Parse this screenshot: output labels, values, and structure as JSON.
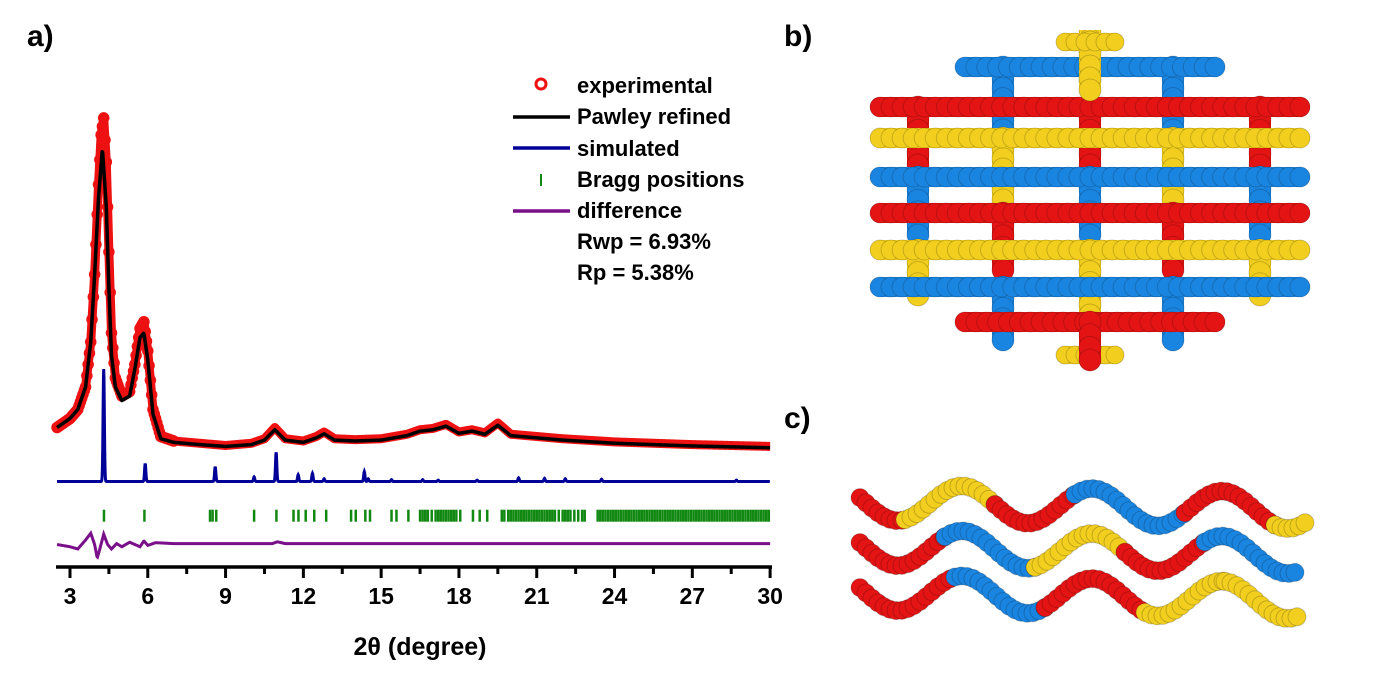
{
  "panels": {
    "a": "a)",
    "b": "b)",
    "c": "c)"
  },
  "colors": {
    "experimental": "#ee1111",
    "pawley": "#000000",
    "simulated": "#000099",
    "bragg": "#118811",
    "difference": "#7a0f8a",
    "red": "#e41414",
    "blue": "#1a85e0",
    "yellow": "#f2cf1e"
  },
  "legend": {
    "items": [
      {
        "label": "experimental",
        "symbol": "circle-icon"
      },
      {
        "label": "Pawley refined",
        "symbol": "line"
      },
      {
        "label": "simulated",
        "symbol": "line"
      },
      {
        "label": "Bragg positions",
        "symbol": "tick"
      },
      {
        "label": "difference",
        "symbol": "line"
      }
    ],
    "rwp": "Rwp = 6.93%",
    "rp": "Rp = 5.38%"
  },
  "chart_data": {
    "type": "line",
    "xlabel": "2θ (degree)",
    "ylabel": "",
    "xlim": [
      2.5,
      30
    ],
    "ylim": [
      0,
      100
    ],
    "xticks": [
      "3",
      "6",
      "9",
      "12",
      "15",
      "18",
      "21",
      "24",
      "27",
      "30"
    ],
    "legend_position": "top-right",
    "grid": false,
    "series": [
      {
        "name": "experimental",
        "x": [
          2.5,
          3,
          3.3,
          3.6,
          3.8,
          3.95,
          4.1,
          4.2,
          4.3,
          4.4,
          4.5,
          4.6,
          4.75,
          5.0,
          5.3,
          5.5,
          5.7,
          5.85,
          6.0,
          6.2,
          6.5,
          7,
          8,
          9,
          10,
          10.5,
          10.9,
          11.3,
          12,
          12.5,
          12.8,
          13.2,
          14,
          15,
          16,
          16.5,
          17,
          17.5,
          18,
          18.5,
          19,
          19.5,
          20,
          21,
          22,
          24,
          27,
          30
        ],
        "y": [
          31,
          33,
          35,
          40,
          50,
          65,
          85,
          96,
          99.8,
          90,
          70,
          52,
          42,
          38,
          39,
          45,
          53,
          54.5,
          48,
          35,
          29,
          28,
          27.5,
          27,
          27.5,
          28.5,
          31,
          28.5,
          28,
          29,
          30,
          28.5,
          28.3,
          28.5,
          29.5,
          30.5,
          30.8,
          31.7,
          30,
          30.5,
          29.8,
          32,
          29.5,
          29,
          28.5,
          27.8,
          27.2,
          26.8
        ]
      },
      {
        "name": "Pawley refined",
        "x": [
          2.5,
          3,
          3.3,
          3.6,
          3.8,
          3.95,
          4.1,
          4.25,
          4.4,
          4.5,
          4.6,
          4.75,
          5.0,
          5.3,
          5.5,
          5.7,
          5.85,
          6.0,
          6.2,
          6.5,
          7,
          8,
          9,
          10,
          10.5,
          10.9,
          11.3,
          12,
          12.5,
          12.8,
          13.2,
          14,
          15,
          16,
          16.5,
          17,
          17.5,
          18,
          18.5,
          19,
          19.5,
          20,
          21,
          22,
          24,
          27,
          30
        ],
        "y": [
          31,
          33,
          35,
          40,
          50,
          65,
          82,
          93,
          80,
          62,
          47,
          40,
          37,
          38,
          44,
          51,
          52,
          46,
          34,
          28.5,
          27.7,
          27.2,
          26.8,
          27.2,
          28.2,
          30.5,
          28.2,
          27.7,
          28.7,
          29.6,
          28.2,
          28,
          28.2,
          29.2,
          30.2,
          30.5,
          31.3,
          29.7,
          30.2,
          29.5,
          31.5,
          29.2,
          28.7,
          28.2,
          27.5,
          26.9,
          26.5
        ]
      },
      {
        "name": "simulated",
        "baseline": 19,
        "peaks_x": [
          4.3,
          5.9,
          8.6,
          10.1,
          10.95,
          11.8,
          12.35,
          12.8,
          14.35,
          14.5,
          15.4,
          16.6,
          17.2,
          18.7,
          20.3,
          21.3,
          22.1,
          23.5,
          28.7
        ],
        "peaks_height": [
          25,
          4,
          3.3,
          1,
          6.5,
          1.5,
          1.8,
          0.6,
          2.2,
          0.6,
          0.4,
          0.4,
          0.3,
          0.3,
          0.8,
          0.7,
          0.6,
          0.5,
          0.3
        ]
      },
      {
        "name": "Bragg positions",
        "x": [
          4.31,
          5.87,
          8.4,
          8.5,
          8.64,
          10.1,
          10.96,
          11.62,
          11.81,
          12.09,
          12.42,
          12.88,
          13.84,
          14.02,
          14.39,
          14.57,
          15.4,
          15.59,
          16.05,
          16.5,
          16.6,
          16.7,
          16.8,
          16.95,
          17.1,
          17.2,
          17.3,
          17.4,
          17.5,
          17.6,
          17.7,
          17.8,
          17.9,
          18.05,
          18.54,
          18.8,
          19.09,
          19.65,
          19.75,
          19.9,
          20.0,
          20.1,
          20.2,
          20.3,
          20.4,
          20.5,
          20.6,
          20.7,
          20.8,
          20.9,
          21.0,
          21.1,
          21.2,
          21.3,
          21.4,
          21.5,
          21.6,
          21.7,
          21.85,
          22.0,
          22.1,
          22.2,
          22.3,
          22.45,
          22.6,
          22.75,
          22.85,
          23.35,
          23.45,
          23.55,
          23.65,
          23.75,
          23.85,
          23.95,
          24.05,
          24.15,
          24.25,
          24.35,
          24.45,
          24.55,
          24.65,
          24.75,
          24.85,
          24.95,
          25.05,
          25.15,
          25.25,
          25.35,
          25.45,
          25.55,
          25.65,
          25.75,
          25.85,
          25.95,
          26.05,
          26.15,
          26.25,
          26.35,
          26.45,
          26.55,
          26.65,
          26.75,
          26.85,
          26.95,
          27.05,
          27.15,
          27.25,
          27.35,
          27.45,
          27.55,
          27.65,
          27.75,
          27.85,
          27.95,
          28.05,
          28.15,
          28.25,
          28.35,
          28.45,
          28.55,
          28.65,
          28.75,
          28.85,
          28.95,
          29.05,
          29.15,
          29.25,
          29.35,
          29.45,
          29.55,
          29.65,
          29.75,
          29.85,
          29.95
        ],
        "level": 11.4
      },
      {
        "name": "difference",
        "x": [
          2.5,
          3,
          3.3,
          3.6,
          3.8,
          3.95,
          4.05,
          4.15,
          4.3,
          4.45,
          4.6,
          4.8,
          5.0,
          5.3,
          5.5,
          5.7,
          5.85,
          6.0,
          6.3,
          7,
          10.8,
          11,
          11.3,
          30
        ],
        "y": [
          5,
          4.5,
          4,
          6,
          7.5,
          5,
          2,
          4,
          7.3,
          5,
          4,
          5.2,
          4.5,
          5.5,
          5,
          4.5,
          5.8,
          4.8,
          5.4,
          5.2,
          5.2,
          5.6,
          5.2,
          5.2
        ]
      }
    ]
  }
}
